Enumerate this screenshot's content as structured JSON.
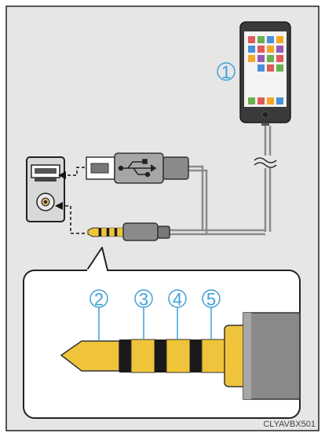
{
  "diagram": {
    "callouts": {
      "phone": "1",
      "tip": "2",
      "ring1": "3",
      "ring2": "4",
      "sleeve": "5"
    },
    "image_code": "CLYAVBX501",
    "colors": {
      "background": "#e6e6e6",
      "callout_blue": "#3fa0d8",
      "plug_gold": "#f0c43a",
      "plug_band": "#1a1a1a",
      "cable_gray": "#8a8a8a",
      "usb_gray": "#a6a6a6"
    },
    "icons": {
      "usb": "usb-icon",
      "phone": "smartphone-icon",
      "break": "cable-break-icon"
    }
  }
}
